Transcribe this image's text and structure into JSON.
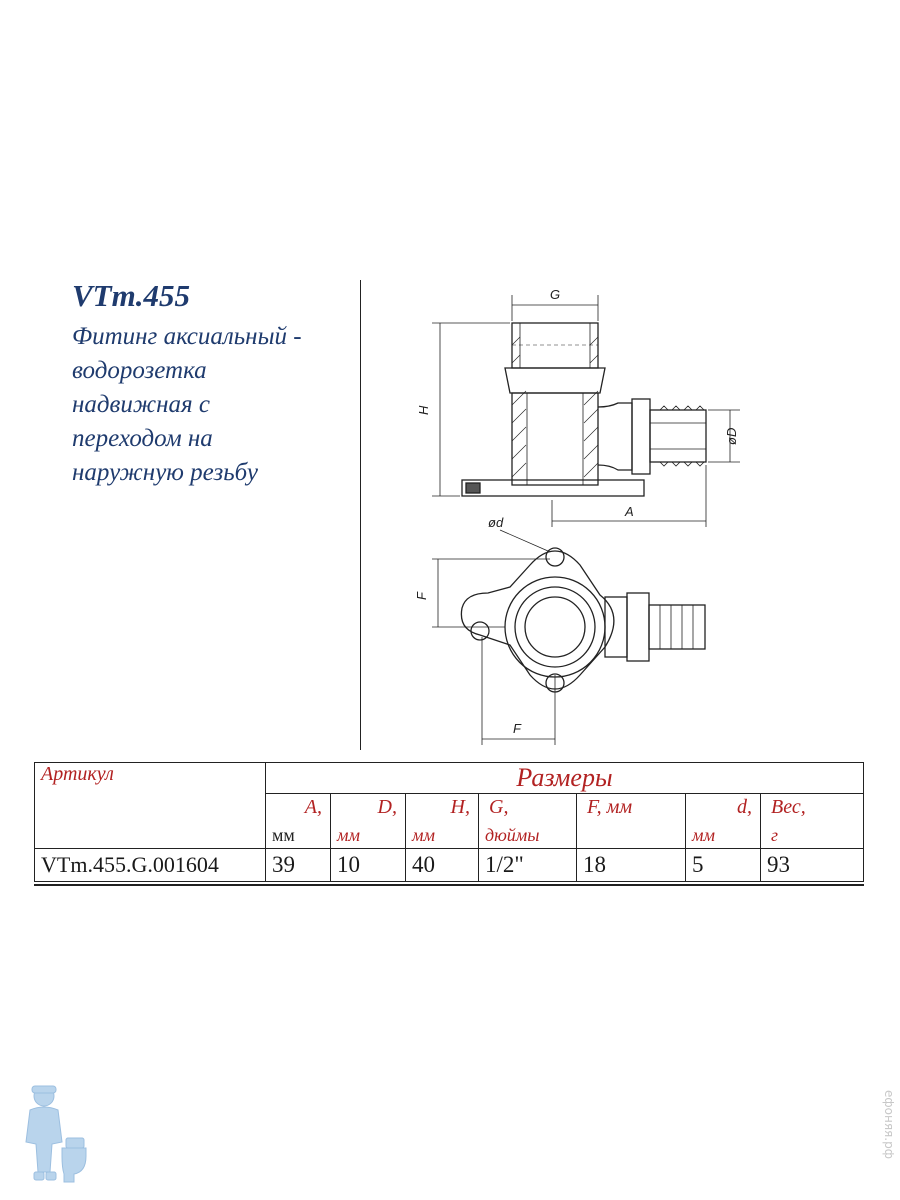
{
  "product": {
    "code": "VTm.455",
    "description": "Фитинг аксиальный -\nводорозетка\nнадвижная с\nпереходом на\nнаружную резьбу"
  },
  "drawing_labels": {
    "G": "G",
    "H": "H",
    "D": "øD",
    "A": "A",
    "d": "ød",
    "F_vertical": "F",
    "F_horizontal": "F"
  },
  "table": {
    "article_header": "Артикул",
    "sizes_header": "Размеры",
    "columns": [
      {
        "top": "A,",
        "bottom": "мм"
      },
      {
        "top": "D,",
        "bottom": "мм"
      },
      {
        "top": "H,",
        "bottom": "мм"
      },
      {
        "top": "G,",
        "bottom": "дюймы"
      },
      {
        "top": "F, мм",
        "bottom": ""
      },
      {
        "top": "d,",
        "bottom": "мм"
      },
      {
        "top": "Вес,",
        "bottom": "г"
      }
    ],
    "row": {
      "article": "VTm.455.G.001604",
      "values": [
        "39",
        "10",
        "40",
        "1/2\"",
        "18",
        "5",
        "93"
      ]
    }
  },
  "watermark": "ефоняя.рф",
  "colors": {
    "title": "#1f3b6e",
    "accent": "#b22222"
  }
}
